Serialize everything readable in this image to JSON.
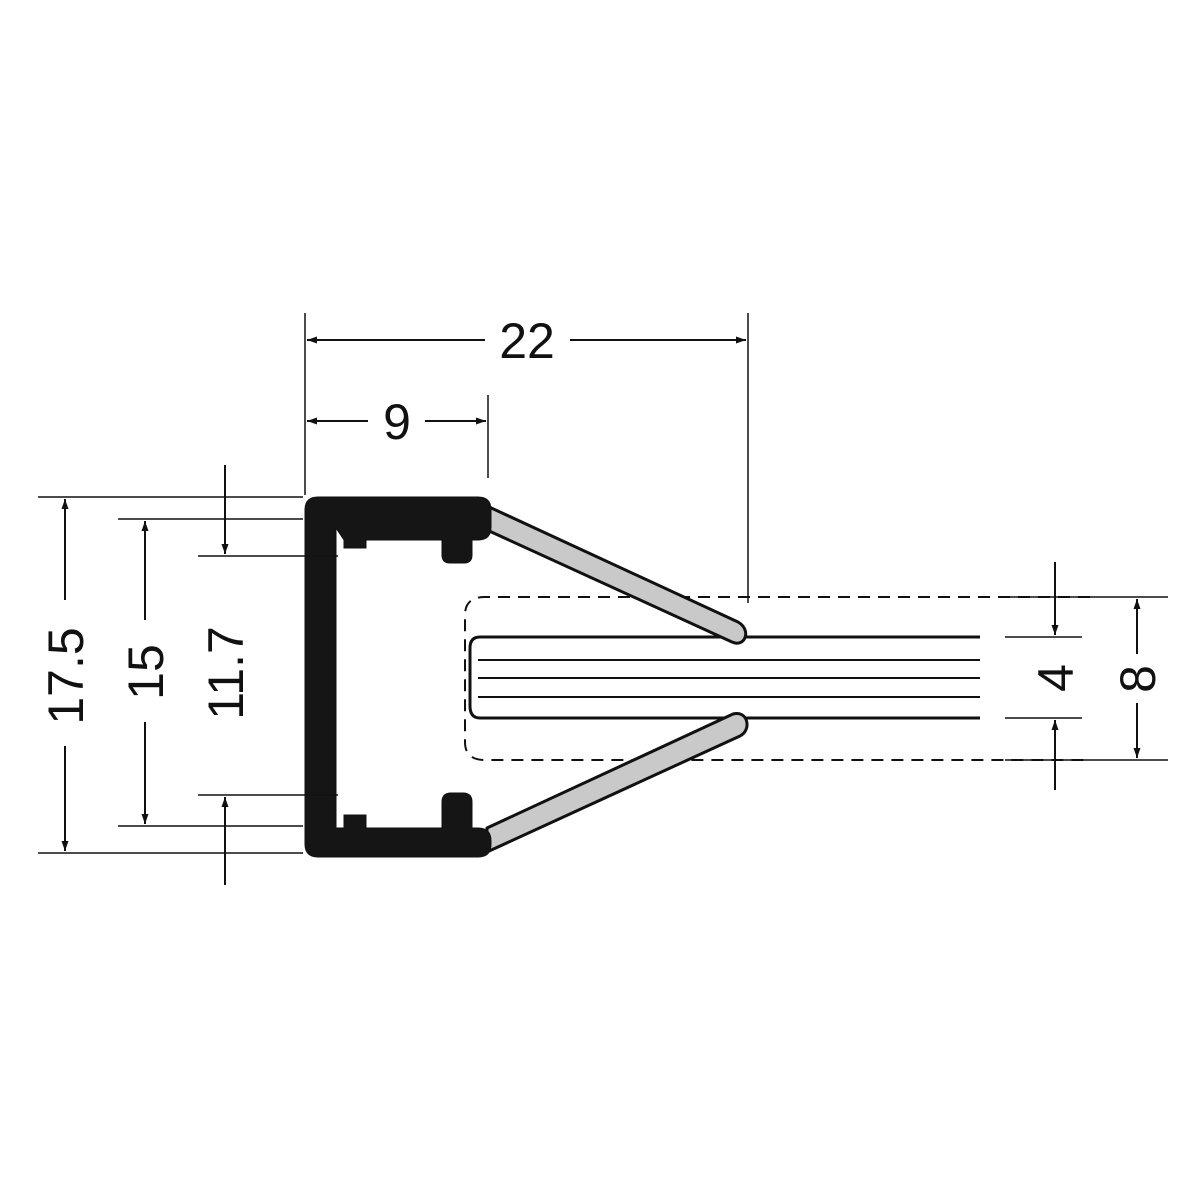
{
  "dimensions": {
    "overall_width": "22",
    "channel_width": "9",
    "outer_height": "17.5",
    "inner_height": "15",
    "opening_height": "11.7",
    "panel_thickness": "4",
    "panel_zone": "8"
  },
  "colors": {
    "line": "#111111",
    "profile": "#151515",
    "lip_fill": "#c9c9c9",
    "background": "#ffffff"
  }
}
